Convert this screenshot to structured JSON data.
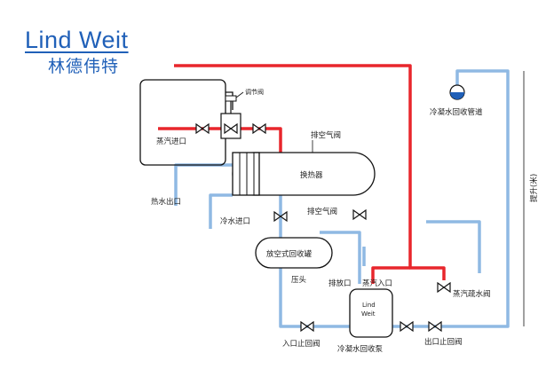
{
  "brand": {
    "name": "Lind Weit",
    "name_cn": "林德伟特"
  },
  "colors": {
    "steam": "#e8262c",
    "water": "#8fb9e3",
    "outline": "#111111",
    "brand": "#2060b8"
  },
  "labels": {
    "regulator": "调节阀",
    "steam_inlet": "蒸汽进口",
    "vent_valve_top": "排空气阀",
    "heat_exchanger": "换热器",
    "hot_water_outlet": "热水出口",
    "cold_water_inlet": "冷水进口",
    "vent_valve_mid": "排空气阀",
    "closed_tank": "放空式回收罐",
    "condensate_return_pipe": "冷凝水回收管道",
    "lift_height": "提升(米)",
    "steam_trap": "蒸汽疏水阀",
    "air_head": "压头",
    "drain_outlet": "排放口",
    "steam_inlet_2": "蒸汽入口",
    "inlet_stop_valve": "入口止回阀",
    "pump": "冷凝水回收泵",
    "outlet_stop_valve": "出口止回阀",
    "pump_text_line1": "Lind",
    "pump_text_line2": "Weit"
  }
}
